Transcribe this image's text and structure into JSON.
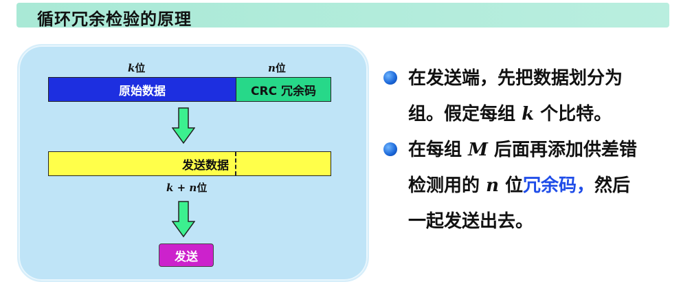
{
  "title": "循环冗余检验的原理",
  "diagram": {
    "k_var": "k",
    "k_unit": "位",
    "n_var": "n",
    "n_unit": "位",
    "raw_data": "原始数据",
    "crc_code": "CRC 冗余码",
    "send_data": "发送数据",
    "kn_k": "k",
    "kn_plus": " + ",
    "kn_n": "n",
    "kn_unit": "位",
    "send_button": "发送",
    "colors": {
      "raw": "#1d2fe0",
      "crc": "#27d889",
      "send_bar": "#ffff4a",
      "arrow": "#3cf08f",
      "send_button": "#cc22cc"
    }
  },
  "bullets": {
    "b1_line1": "在发送端，先把数据划分为",
    "b1_line2a": "组。假定每组 ",
    "b1_var": "k",
    "b1_line2b": " 个比特。",
    "b2_line1a": "在每组 ",
    "b2_var_m": "M",
    "b2_line1b": " 后面再添加供差错",
    "b2_line2a": "检测用的 ",
    "b2_var_n": "n",
    "b2_line2b": " 位",
    "b2_highlight": "冗余码，",
    "b2_line2c": "然后",
    "b2_line3": "一起发送出去。"
  }
}
